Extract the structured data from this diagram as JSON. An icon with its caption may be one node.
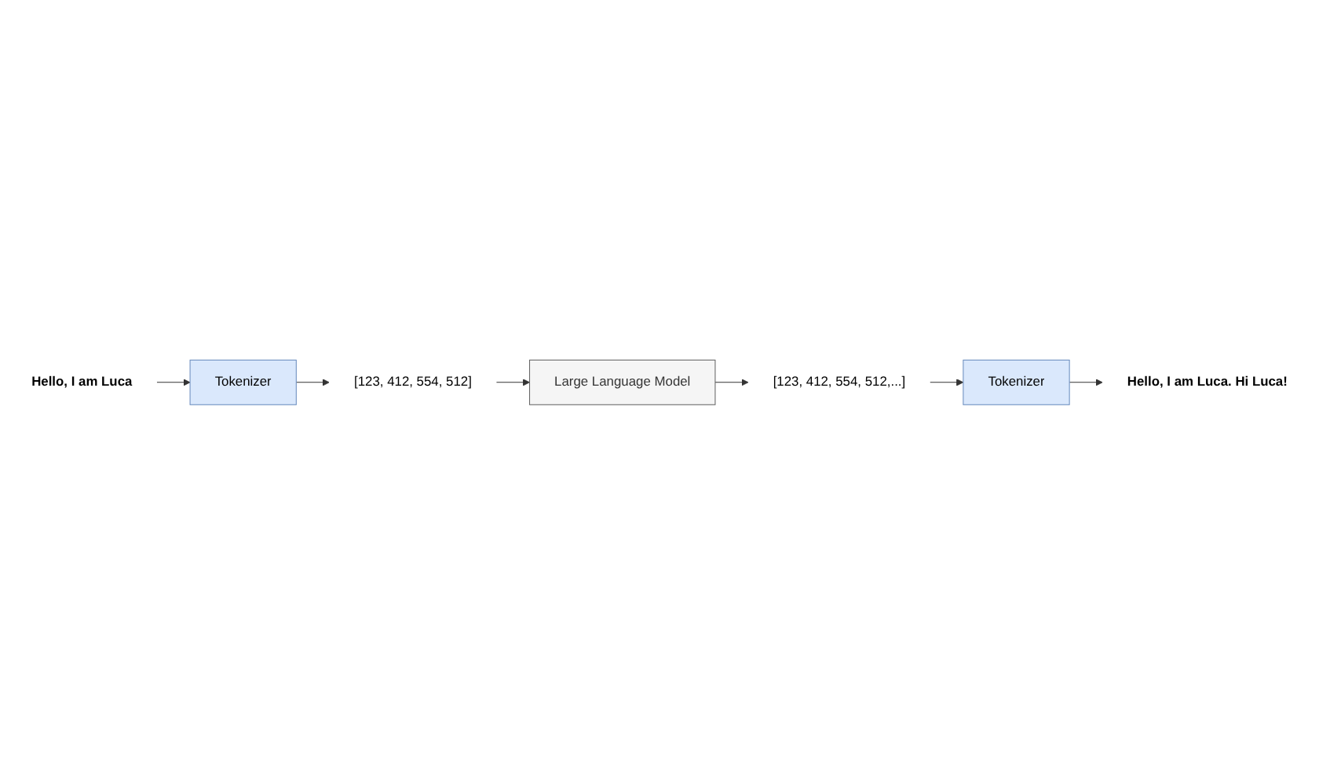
{
  "diagram": {
    "nodes": [
      {
        "text": [
          "Hello, I am Luca"
        ]
      },
      {
        "text": [
          "Tokenizer"
        ]
      },
      {
        "text": [
          "[123, 412, 554, 512]"
        ]
      },
      {
        "text": [
          "Large Language Model"
        ]
      },
      {
        "text": [
          "[123, 412, 554, 512,...]"
        ]
      },
      {
        "text": [
          "Tokenizer"
        ]
      },
      {
        "text": [
          "Hello, I am Luca. Hi Luca!"
        ]
      }
    ],
    "edges": [
      {
        "from": 0,
        "to": 1,
        "arrow": "to"
      },
      {
        "from": 1,
        "to": 2,
        "arrow": "to"
      },
      {
        "from": 2,
        "to": 3,
        "arrow": "to"
      },
      {
        "from": 3,
        "to": 4,
        "arrow": "to"
      },
      {
        "from": 4,
        "to": 5,
        "arrow": "to"
      },
      {
        "from": 5,
        "to": 6,
        "arrow": "to"
      }
    ]
  }
}
